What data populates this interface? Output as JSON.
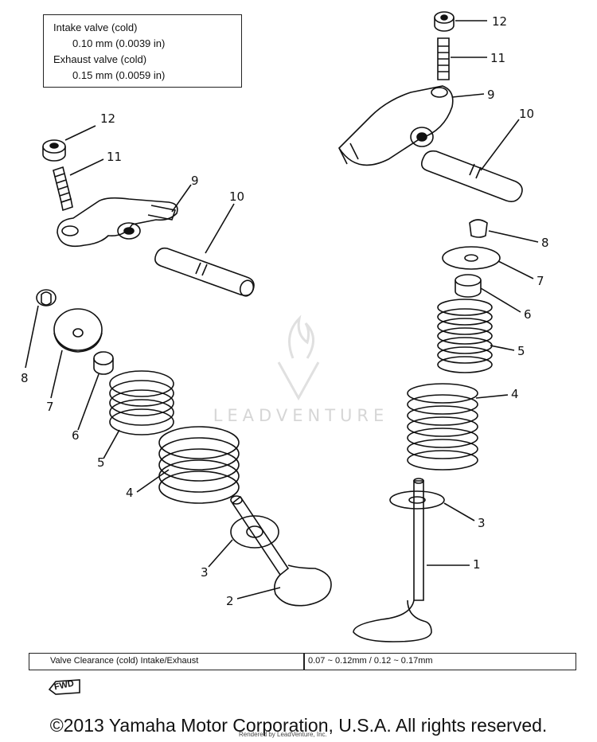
{
  "spec_box": {
    "intake_label": "Intake valve (cold)",
    "intake_value": "0.10 mm (0.0039 in)",
    "exhaust_label": "Exhaust valve (cold)",
    "exhaust_value": "0.15 mm (0.0059 in)"
  },
  "callouts": {
    "c1": "1",
    "c2": "2",
    "c3_left": "3",
    "c3_right": "3",
    "c4_left": "4",
    "c4_right": "4",
    "c5_left": "5",
    "c5_right": "5",
    "c6_left": "6",
    "c6_right": "6",
    "c7_left": "7",
    "c7_right": "7",
    "c8_left": "8",
    "c8_right": "8",
    "c9_left": "9",
    "c9_right": "9",
    "c10_left": "10",
    "c10_right": "10",
    "c11_left": "11",
    "c11_right": "11",
    "c12_left": "12",
    "c12_right": "12"
  },
  "watermark": "LEADVENTURE",
  "clearance_table": {
    "label": "Valve Clearance (cold) Intake/Exhaust",
    "value": "0.07 ~ 0.12mm / 0.12 ~ 0.17mm"
  },
  "fwd_label": "FWD",
  "rendered_by": "Rendered by LeadVenture, Inc.",
  "copyright": "©2013 Yamaha Motor Corporation, U.S.A. All rights reserved."
}
